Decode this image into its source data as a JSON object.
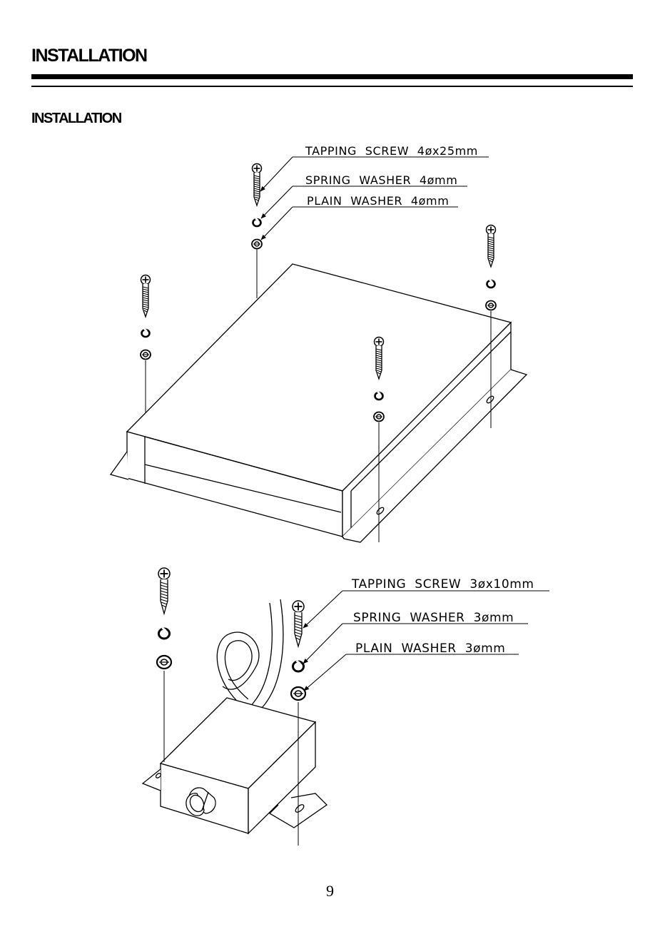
{
  "header": {
    "title": "INSTALLATION"
  },
  "section": {
    "title": "INSTALLATION"
  },
  "main_unit": {
    "labels": {
      "tapping_screw": "TAPPING SCREW 4øx25mm",
      "spring_washer": "SPRING WASHER 4ømm",
      "plain_washer": "PLAIN WASHER 4ømm"
    }
  },
  "control_unit": {
    "labels": {
      "tapping_screw": "TAPPING SCREW 3øx10mm",
      "spring_washer": "SPRING WASHER 3ømm",
      "plain_washer": "PLAIN WASHER 3ømm"
    }
  },
  "footer": {
    "page_number": "9"
  },
  "colors": {
    "ink": "#000000",
    "paper": "#ffffff"
  }
}
